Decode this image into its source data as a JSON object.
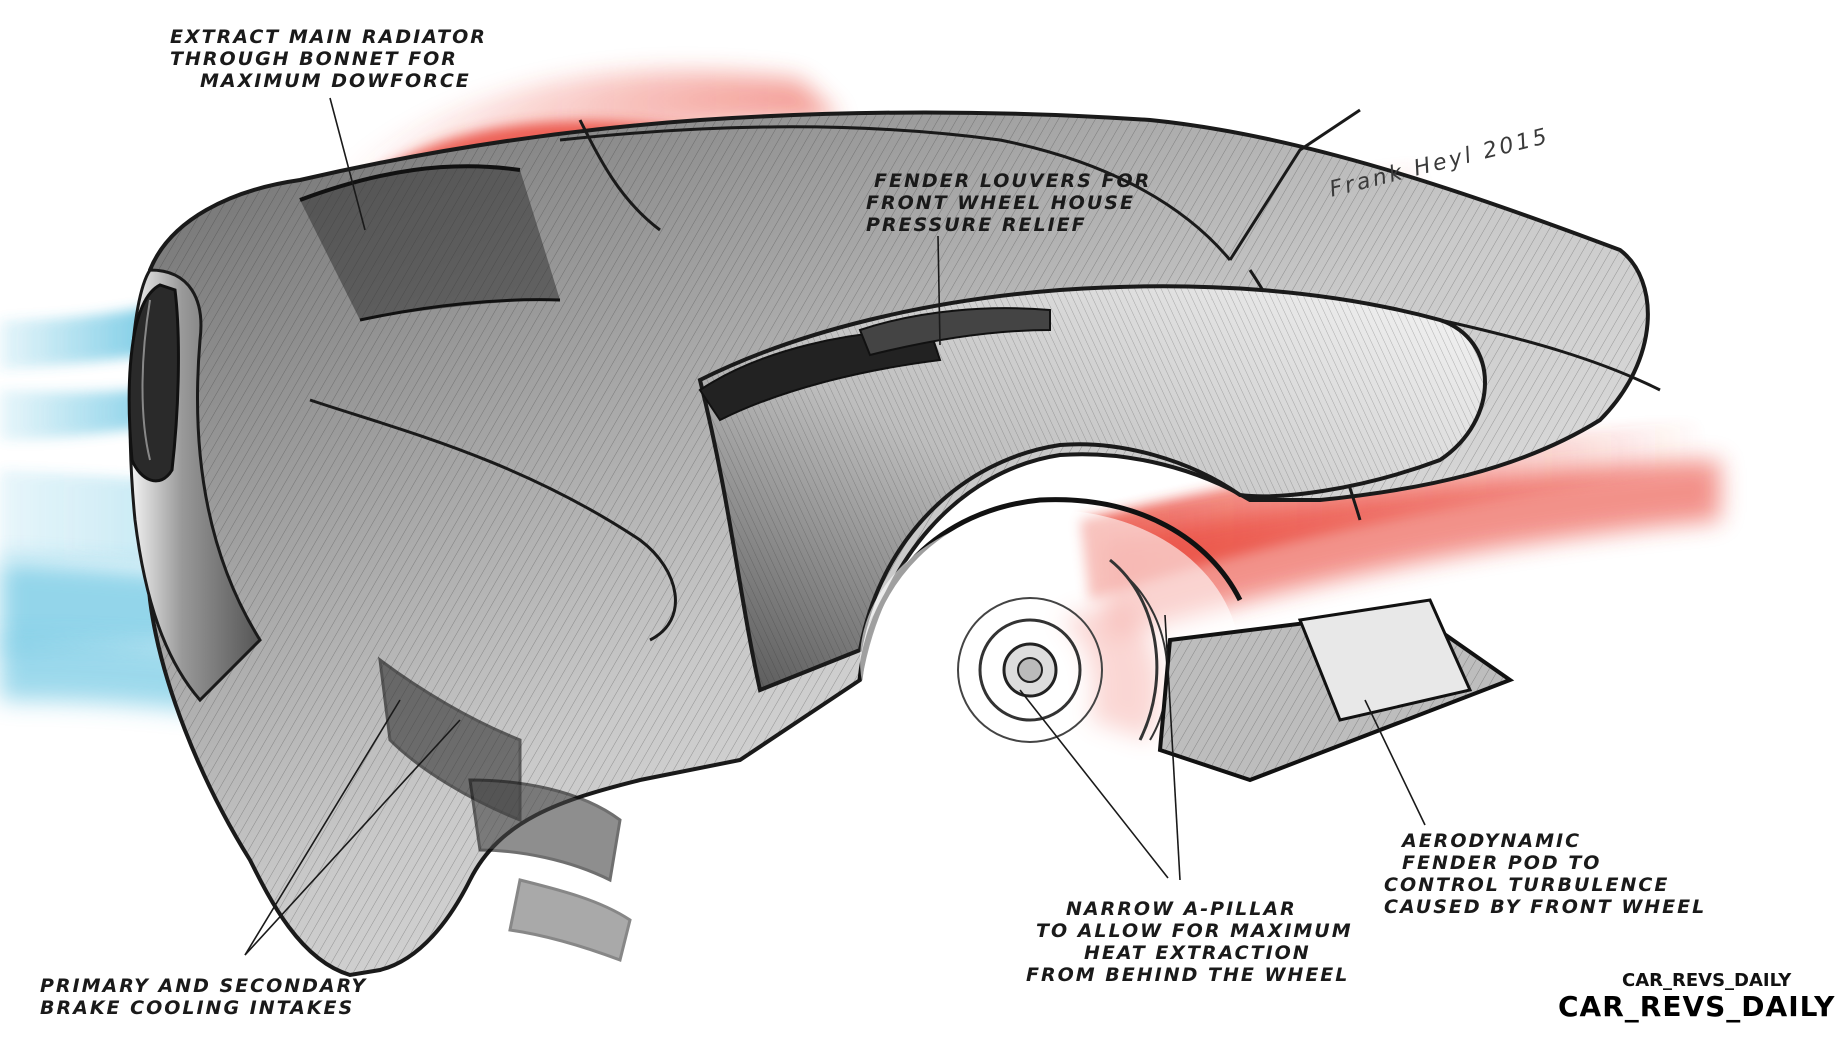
{
  "annotations": {
    "radiator": [
      "Extract main radiator",
      "through bonnet  for",
      "maximum dowforce"
    ],
    "louvers": [
      "Fender louvers for",
      "front wheel house",
      "pressure relief"
    ],
    "brake_intakes": [
      "Primary and secondary",
      "brake cooling intakes"
    ],
    "a_pillar": [
      "Narrow A-pillar",
      "to allow for maximum",
      "heat extraction",
      "from behind the wheel"
    ],
    "fender_pod": [
      "Aerodynamic",
      "fender pod to",
      "control turbulence",
      "caused by front wheel"
    ]
  },
  "signature": "Frank Heyl  2015",
  "watermark": "CAR_REVS_DAILY",
  "watermark_small": "CAR_REVS_DAILY",
  "colors": {
    "hot_air": "#e8392a",
    "cool_air": "#3bb3d9",
    "ink": "#1a1a1a"
  }
}
